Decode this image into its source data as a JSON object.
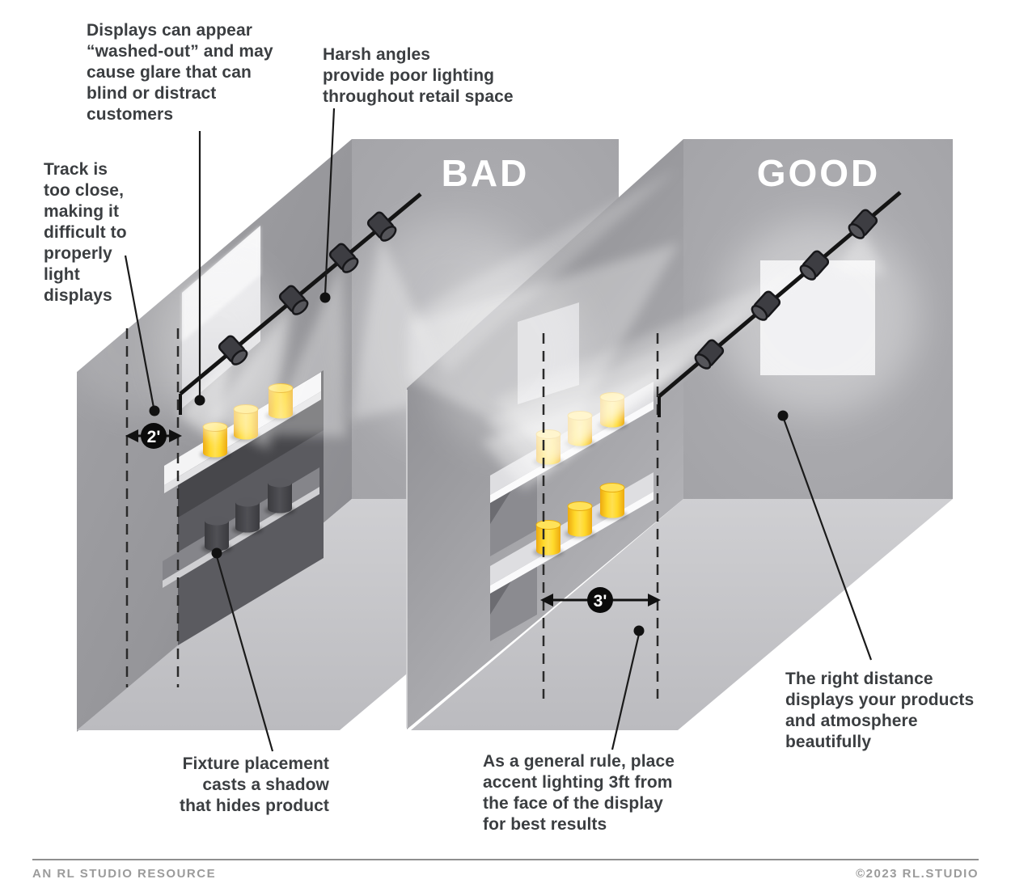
{
  "titles": {
    "bad": "BAD",
    "good": "GOOD"
  },
  "measurements": {
    "bad_distance": "2'",
    "good_distance": "3'"
  },
  "annotations": {
    "displays": "Displays can appear\n“washed-out” and may\ncause glare that can\nblind or distract\ncustomers",
    "harsh": "Harsh angles\nprovide poor lighting\nthroughout retail space",
    "track": "Track is\ntoo close,\nmaking it\ndifficult to\nproperly\nlight\ndisplays",
    "fixture": "Fixture placement\ncasts a shadow\nthat hides product",
    "rule": "As a general rule, place\naccent lighting 3ft from\nthe face of the display\nfor best results",
    "distance": "The right distance\ndisplays your products\nand atmosphere\nbeautifully"
  },
  "footer": {
    "left": "AN RL STUDIO RESOURCE",
    "right": "©2023 RL.STUDIO"
  },
  "colors": {
    "wall_gray": "#a7a7ab",
    "wall_dark": "#88888c",
    "floor_gray": "#c2c2c6",
    "shadow_gray": "#55555a",
    "shelf_white": "#f2f2f3",
    "product_yellow": "#ffd21e",
    "product_shadowed": "#46464a",
    "track_black": "#141414",
    "annotation_text": "#3b3e41",
    "footer_gray": "#9b9b9b",
    "title_white": "#ffffff"
  }
}
